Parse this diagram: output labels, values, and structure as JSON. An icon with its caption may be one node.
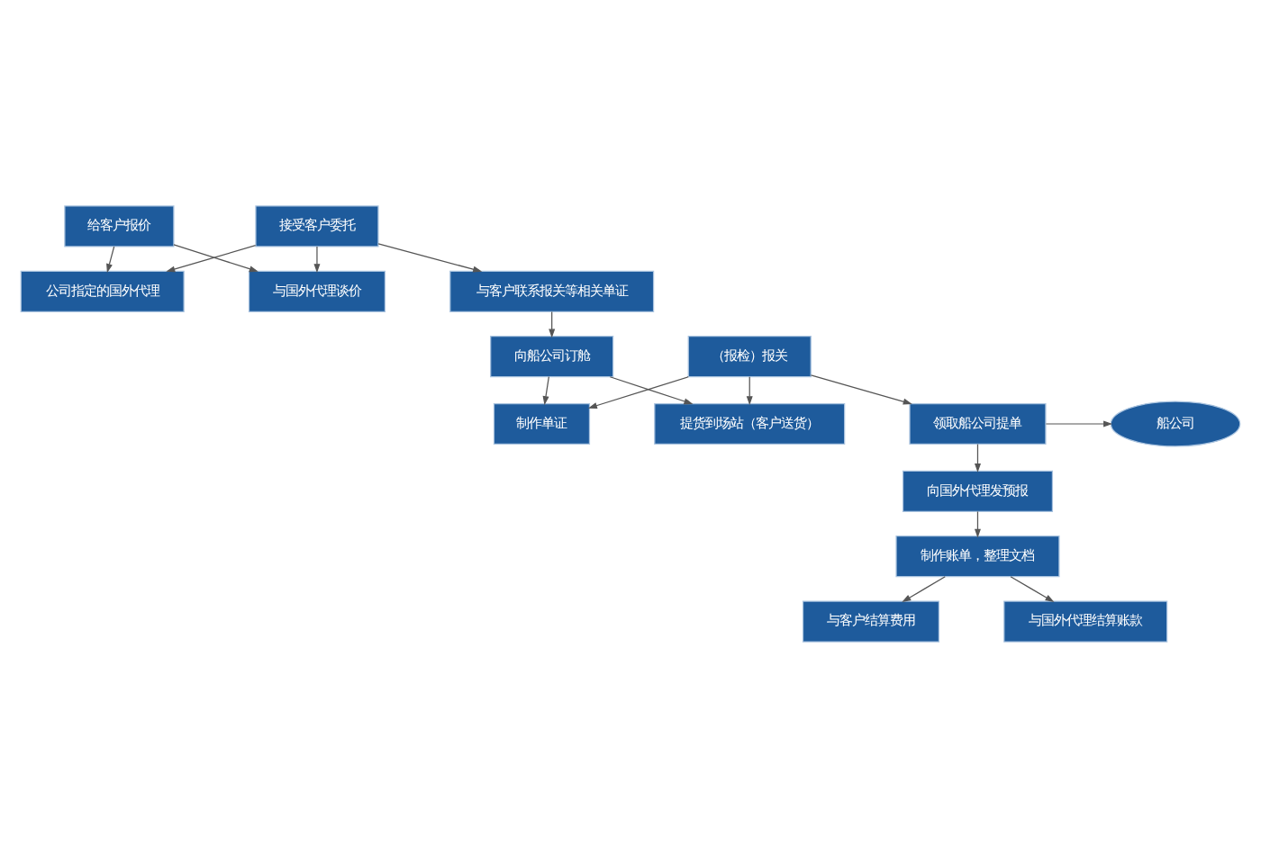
{
  "diagram": {
    "nodes": [
      {
        "text": [
          "给客户报价"
        ]
      },
      {
        "text": [
          "与国外代理谈价"
        ]
      },
      {
        "text": [
          "公司指定的国外代理"
        ]
      },
      {
        "text": [
          "接受客户委托"
        ]
      },
      {
        "text": [
          "与客户联系报关等相关单证"
        ]
      },
      {
        "text": [
          "向船公司订舱"
        ]
      },
      {
        "text": [
          "制作单证"
        ]
      },
      {
        "text": [
          "提货到场站（客户送货）"
        ]
      },
      {
        "text": [
          "（报检）报关"
        ]
      },
      {
        "text": [
          "领取船公司提单"
        ]
      },
      {
        "text": [
          "船公司"
        ]
      },
      {
        "text": [
          "向国外代理发预报"
        ]
      },
      {
        "text": [
          "制作账单，整理文档"
        ]
      },
      {
        "text": [
          "与客户结算费用"
        ]
      },
      {
        "text": [
          "与国外代理结算账款"
        ]
      }
    ],
    "edges": [
      {
        "from": 0,
        "to": 1,
        "arrow": "to"
      },
      {
        "from": 0,
        "to": 2,
        "arrow": "to"
      },
      {
        "from": 3,
        "to": 1,
        "arrow": "to"
      },
      {
        "from": 3,
        "to": 2,
        "arrow": "to"
      },
      {
        "from": 3,
        "to": 4,
        "arrow": "to"
      },
      {
        "from": 4,
        "to": 5,
        "arrow": "to"
      },
      {
        "from": 5,
        "to": 6,
        "arrow": "to"
      },
      {
        "from": 5,
        "to": 7,
        "arrow": "to"
      },
      {
        "from": 8,
        "to": 6,
        "arrow": "to"
      },
      {
        "from": 8,
        "to": 7,
        "arrow": "to"
      },
      {
        "from": 8,
        "to": 9,
        "arrow": "to"
      },
      {
        "from": 9,
        "to": 10,
        "arrow": "to"
      },
      {
        "from": 9,
        "to": 11,
        "arrow": "to"
      },
      {
        "from": 11,
        "to": 12,
        "arrow": "to"
      },
      {
        "from": 12,
        "to": 13,
        "arrow": "to"
      },
      {
        "from": 12,
        "to": 14,
        "arrow": "to"
      }
    ]
  }
}
